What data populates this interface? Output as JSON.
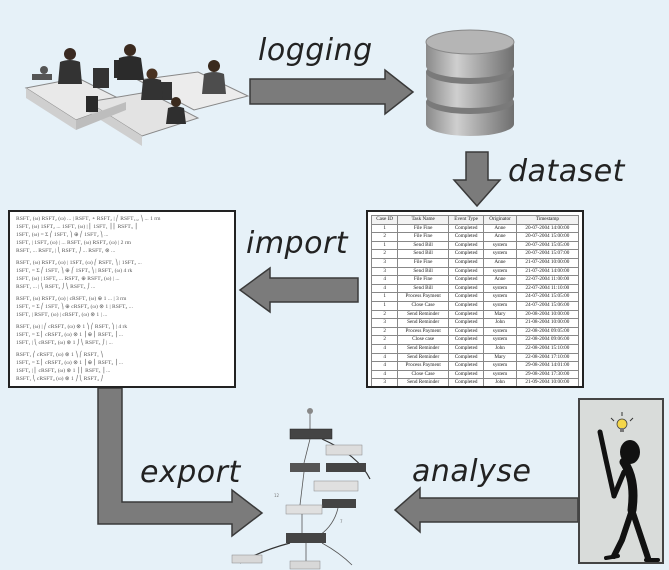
{
  "labels": {
    "logging": "logging",
    "dataset": "dataset",
    "import": "import",
    "export": "export",
    "analyse": "analyse"
  },
  "table": {
    "columns": [
      "Case ID",
      "Task Name",
      "Event Type",
      "Originator",
      "Timestamp"
    ],
    "rows": [
      [
        "1",
        "File Fine",
        "Completed",
        "Anne",
        "20-07-2004 14:00:00"
      ],
      [
        "2",
        "File Fine",
        "Completed",
        "Anne",
        "20-07-2004 15:00:00"
      ],
      [
        "1",
        "Send Bill",
        "Completed",
        "system",
        "20-07-2004 15:05:00"
      ],
      [
        "2",
        "Send Bill",
        "Completed",
        "system",
        "20-07-2004 15:07:00"
      ],
      [
        "3",
        "File Fine",
        "Completed",
        "Anne",
        "21-07-2004 10:00:00"
      ],
      [
        "3",
        "Send Bill",
        "Completed",
        "system",
        "21-07-2004 14:00:00"
      ],
      [
        "4",
        "File Fine",
        "Completed",
        "Anne",
        "22-07-2004 11:00:00"
      ],
      [
        "4",
        "Send Bill",
        "Completed",
        "system",
        "22-07-2004 11:10:00"
      ],
      [
        "1",
        "Process Payment",
        "Completed",
        "system",
        "24-07-2004 15:05:00"
      ],
      [
        "1",
        "Close Case",
        "Completed",
        "system",
        "24-07-2004 15:06:00"
      ],
      [
        "2",
        "Send Reminder",
        "Completed",
        "Mary",
        "20-08-2004 10:00:00"
      ],
      [
        "3",
        "Send Reminder",
        "Completed",
        "John",
        "21-08-2004 10:00:00"
      ],
      [
        "2",
        "Process Payment",
        "Completed",
        "system",
        "22-08-2004 09:05:00"
      ],
      [
        "2",
        "Close case",
        "Completed",
        "system",
        "22-08-2004 09:06:00"
      ],
      [
        "4",
        "Send Reminder",
        "Completed",
        "John",
        "22-08-2004 15:10:00"
      ],
      [
        "4",
        "Send Reminder",
        "Completed",
        "Mary",
        "22-08-2004 17:10:00"
      ],
      [
        "4",
        "Process Payment",
        "Completed",
        "system",
        "29-08-2004 14:01:00"
      ],
      [
        "4",
        "Close Case",
        "Completed",
        "system",
        "29-08-2004 17:30:00"
      ],
      [
        "3",
        "Send Reminder",
        "Completed",
        "John",
        "21-09-2004 10:00:00"
      ],
      [
        "3",
        "Send Reminder",
        "Completed",
        "John",
        "21-10-2004 10:00:00"
      ],
      [
        "3",
        "Process Payment",
        "Completed",
        "system",
        "25-10-2004 14:00:00"
      ],
      [
        "3",
        "Close Case",
        "Completed",
        "system",
        "25-10-2004 14:01:00"
      ]
    ]
  },
  "icons": {
    "workers": "office-workers-icon",
    "database": "database-icon",
    "thinker": "idea-person-icon",
    "matrix": "import-formula-matrix",
    "process_model": "process-model-graph"
  },
  "colors": {
    "background": "#e6f1f8",
    "arrow": "#7b7b7b",
    "arrow_stroke": "#3a3a3a"
  }
}
